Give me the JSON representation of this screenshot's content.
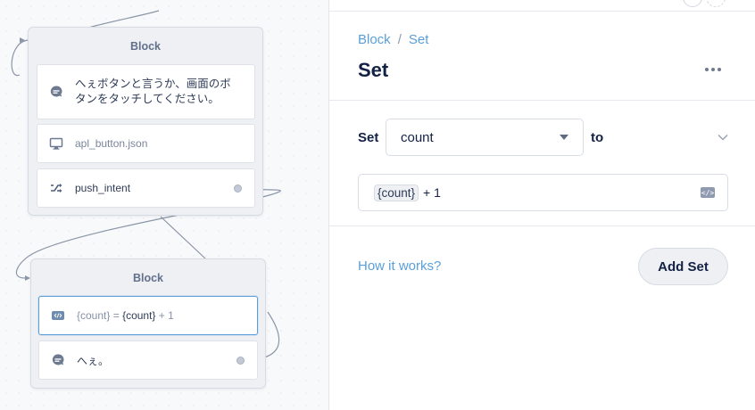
{
  "canvas": {
    "block_top": {
      "title": "Block",
      "steps": [
        {
          "label": "へぇボタンと言うか、画面のボタンをタッチしてください。",
          "icon": "speak-icon"
        },
        {
          "label": "apl_button.json",
          "icon": "monitor-icon"
        },
        {
          "label": "push_intent",
          "icon": "shuffle-icon"
        }
      ]
    },
    "block_bottom": {
      "title": "Block",
      "set_step": {
        "var": "{count}",
        "eq": " = ",
        "value_var": "{count}",
        "rest": " + 1",
        "icon": "code-icon"
      },
      "speak_step": {
        "label": "へぇ。",
        "icon": "speak-icon"
      }
    }
  },
  "editor": {
    "breadcrumb": {
      "parent": "Block",
      "separator": "/",
      "current": "Set"
    },
    "title": "Set",
    "set_label": "Set",
    "variable": "count",
    "to_label": "to",
    "expression": {
      "token": "{count}",
      "rest": "+ 1"
    },
    "how_it_works": "How it works?",
    "add_set": "Add Set"
  },
  "colors": {
    "accent": "#5a9fd9",
    "text": "#132144",
    "selected_border": "#5a9fd9"
  }
}
